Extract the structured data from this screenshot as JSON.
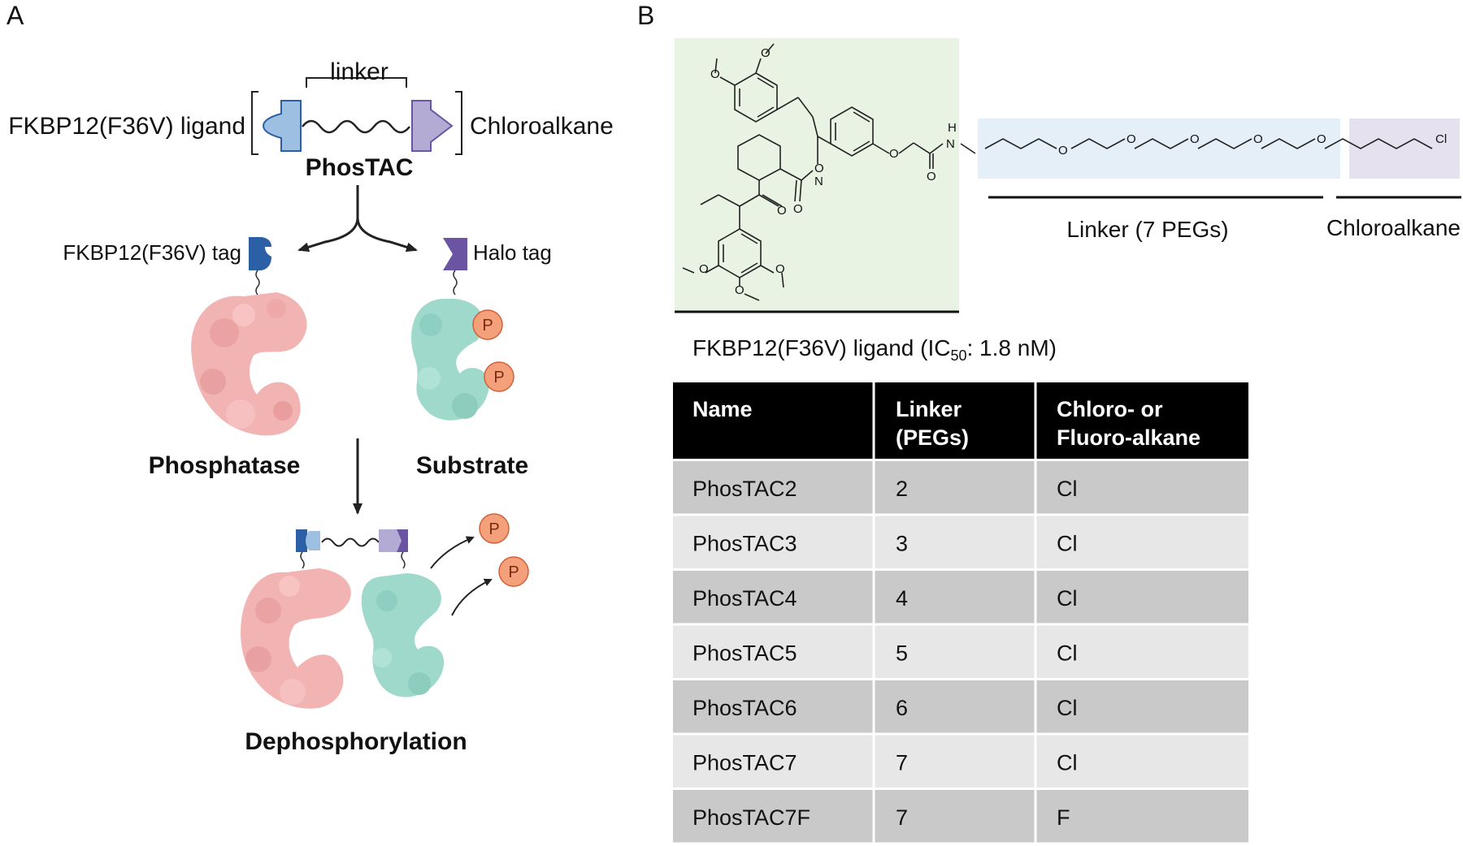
{
  "panels": {
    "a": "A",
    "b": "B"
  },
  "phostac": {
    "linker": "linker",
    "left_label": "FKBP12(F36V) ligand",
    "right_label": "Chloroalkane",
    "name": "PhosTAC"
  },
  "tags": {
    "fkbp": "FKBP12(F36V) tag",
    "halo": "Halo tag"
  },
  "proteins": {
    "phosphatase": "Phosphatase",
    "substrate": "Substrate",
    "result": "Dephosphorylation",
    "phospho": "P"
  },
  "structure": {
    "atoms": {
      "o": "O",
      "n": "N",
      "nh": "H",
      "cl": "Cl"
    },
    "linker_label": "Linker (7 PEGs)",
    "chloro_label": "Chloroalkane",
    "ligand_label": "FKBP12(F36V) ligand (IC",
    "ligand_sub": "50",
    "ligand_tail": ": 1.8 nM)"
  },
  "colors": {
    "ligand_bg": "#e8f3e4",
    "linker_bg": "#e4eff8",
    "chloro_bg": "#e6e1ef",
    "fkbp_tag": "#2b5fa6",
    "fkbp_ligand": "#9dbfe1",
    "halo_tag": "#6b55a3",
    "halo_ligand": "#b3abd4",
    "phosphatase": "#f2b3b3",
    "substrate": "#9ed9cc",
    "phospho": "#f4a07a"
  },
  "table": {
    "headers": [
      [
        "Name"
      ],
      [
        "Linker",
        "(PEGs)"
      ],
      [
        "Chloro- or",
        "Fluoro-alkane"
      ]
    ],
    "rows": [
      [
        "PhosTAC2",
        "2",
        "Cl"
      ],
      [
        "PhosTAC3",
        "3",
        "Cl"
      ],
      [
        "PhosTAC4",
        "4",
        "Cl"
      ],
      [
        "PhosTAC5",
        "5",
        "Cl"
      ],
      [
        "PhosTAC6",
        "6",
        "Cl"
      ],
      [
        "PhosTAC7",
        "7",
        "Cl"
      ],
      [
        "PhosTAC7F",
        "7",
        "F"
      ]
    ]
  }
}
